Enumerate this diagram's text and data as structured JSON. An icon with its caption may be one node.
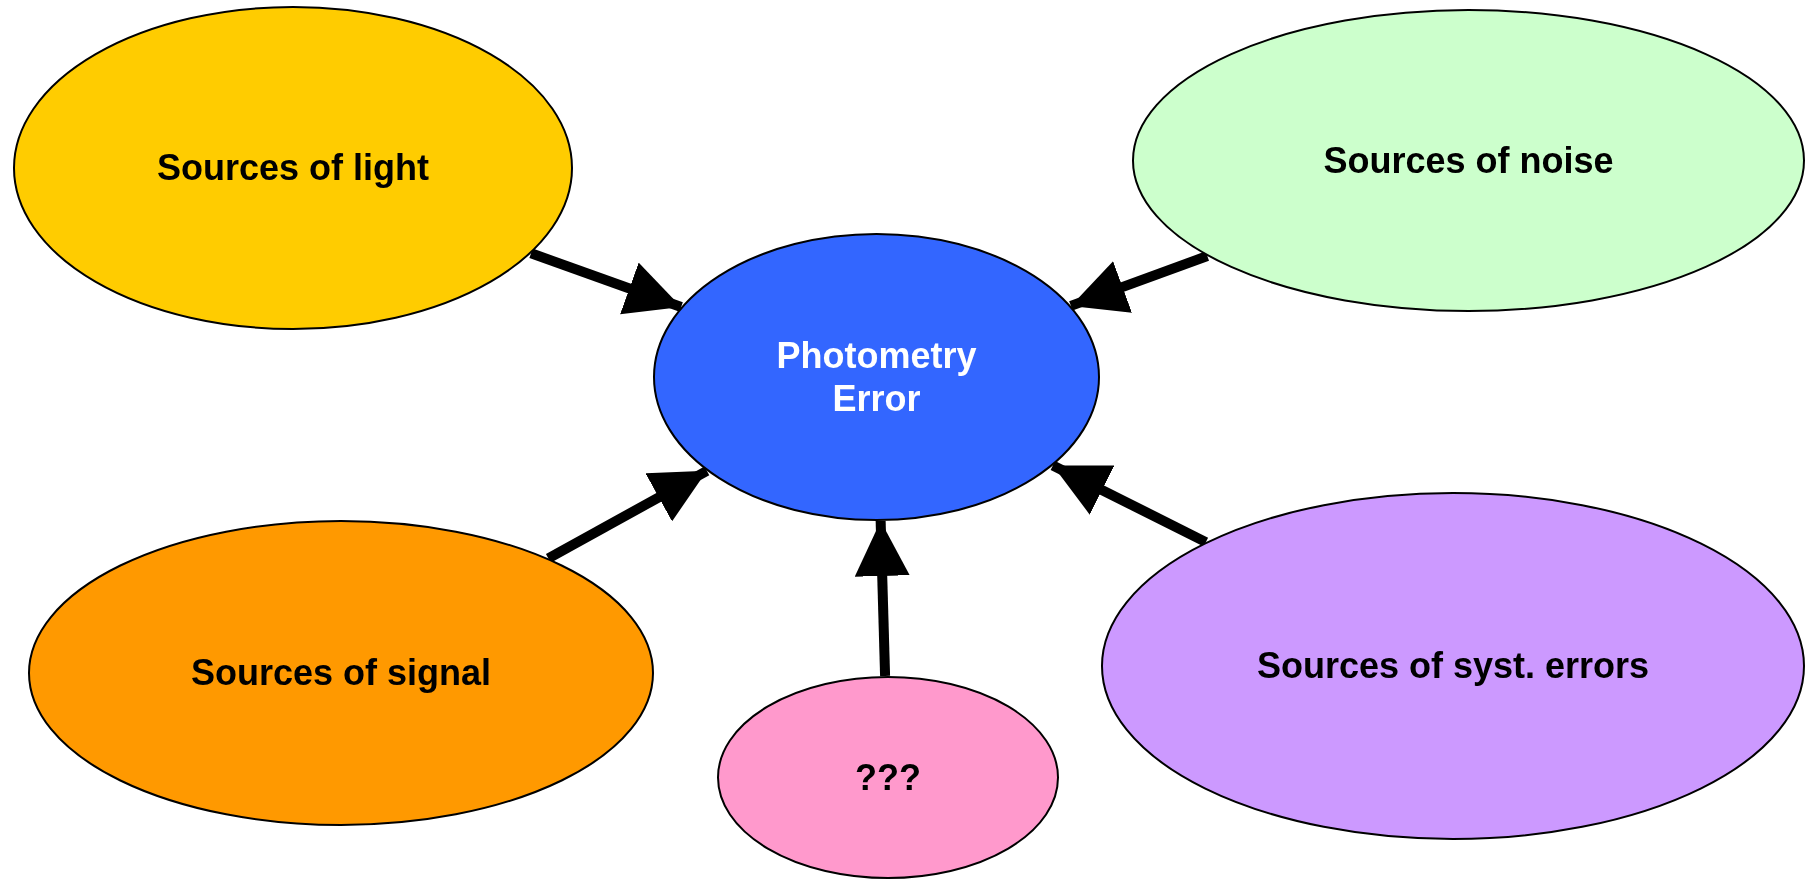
{
  "diagram": {
    "nodes": [
      {
        "text": [
          "Sources of light"
        ]
      },
      {
        "text": [
          "Sources of noise"
        ]
      },
      {
        "text": [
          "Photometry Error"
        ]
      },
      {
        "text": [
          "Sources of signal"
        ]
      },
      {
        "text": [
          "???"
        ]
      },
      {
        "text": [
          "Sources of syst. errors"
        ]
      }
    ],
    "edges": [
      {
        "from": 0,
        "to": 2,
        "arrow": "to"
      },
      {
        "from": 1,
        "to": 2,
        "arrow": "to"
      },
      {
        "from": 3,
        "to": 2,
        "arrow": "to"
      },
      {
        "from": 4,
        "to": 2,
        "arrow": "to"
      },
      {
        "from": 5,
        "to": 2,
        "arrow": "to"
      }
    ]
  }
}
